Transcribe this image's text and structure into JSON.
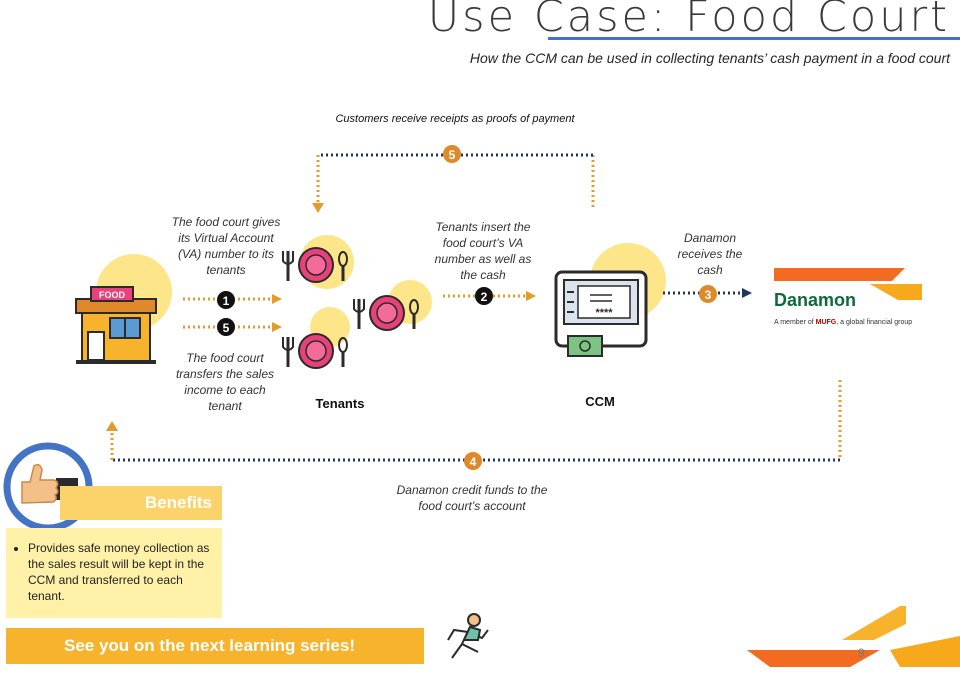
{
  "header": {
    "title": "Use Case: Food Court",
    "subtitle": "How the CCM can be used in collecting tenants’ cash payment in a food court"
  },
  "diagram": {
    "top_note": "Customers receive receipts as proofs of payment",
    "food_court_gives": "The food court gives its Virtual Account (VA) number to its tenants",
    "food_court_transfers": "The food court transfers the sales income to each tenant",
    "tenants_insert": "Tenants insert the food court’s VA number as well as the cash",
    "danamon_receives": "Danamon receives the cash",
    "danamon_credit": "Danamon credit funds to the food court’s account",
    "tenants_label": "Tenants",
    "ccm_label": "CCM",
    "food_sign": "FOOD",
    "atm_pin": "****",
    "danamon_brand": "Danamon",
    "danamon_tag_prefix": "A member of ",
    "danamon_tag_mufg": "MUFG",
    "danamon_tag_suffix": ", a global financial group",
    "steps": {
      "s1": "1",
      "s2": "2",
      "s3": "3",
      "s4": "4",
      "s5_top": "5",
      "s5_left": "5"
    }
  },
  "benefits": {
    "heading": "Benefits",
    "items": [
      "Provides safe money collection as the sales result will be kept in the CCM and transferred to each tenant."
    ]
  },
  "footer": {
    "next_series": "See you on the next learning series!",
    "page_number": "9"
  },
  "colors": {
    "orange_arrow": "#e69a28",
    "navy_arrow": "#1f3763",
    "yellow_blob": "#fde68a",
    "plate_pink": "#e9417a",
    "danamon_green": "#0f6a3a",
    "danamon_orange": "#f26b21",
    "badge_orange": "#e0892b",
    "badge_black": "#111111"
  },
  "icons": [
    "food-stall-icon",
    "plate-cutlery-icon",
    "atm-icon",
    "thumbs-up-icon",
    "running-man-icon",
    "danamon-logo"
  ]
}
